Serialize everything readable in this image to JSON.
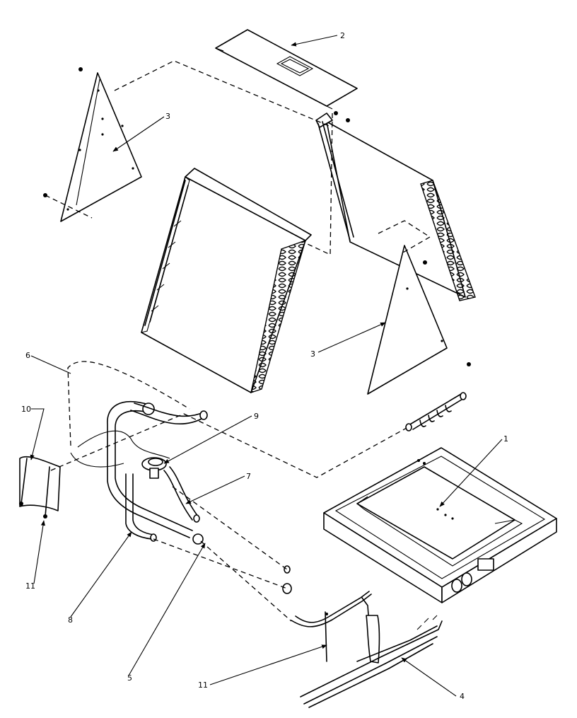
{
  "callouts": [
    {
      "id": "c1",
      "text": "1"
    },
    {
      "id": "c2",
      "text": "2"
    },
    {
      "id": "c3a",
      "text": "3"
    },
    {
      "id": "c3b",
      "text": "3"
    },
    {
      "id": "c4",
      "text": "4"
    },
    {
      "id": "c5",
      "text": "5"
    },
    {
      "id": "c6",
      "text": "6"
    },
    {
      "id": "c7",
      "text": "7"
    },
    {
      "id": "c8",
      "text": "8"
    },
    {
      "id": "c9",
      "text": "9"
    },
    {
      "id": "c10",
      "text": "10"
    },
    {
      "id": "c11a",
      "text": "11"
    },
    {
      "id": "c11b",
      "text": "11"
    }
  ]
}
